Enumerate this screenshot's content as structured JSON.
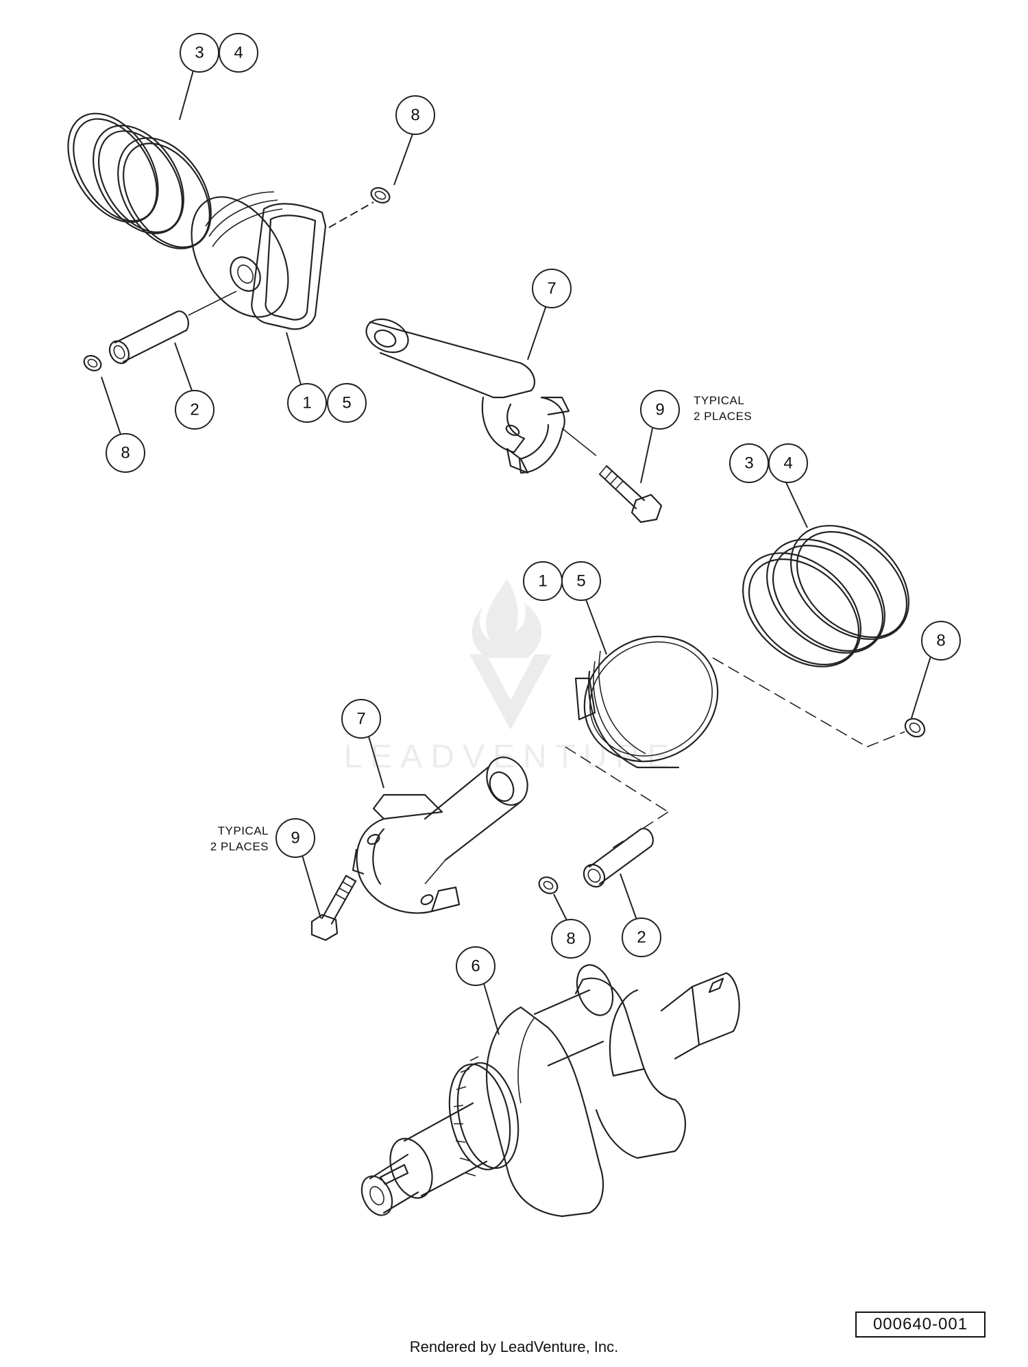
{
  "callouts": [
    {
      "id": "c1",
      "label": "3"
    },
    {
      "id": "c2",
      "label": "4"
    },
    {
      "id": "c3",
      "label": "8"
    },
    {
      "id": "c4",
      "label": "7"
    },
    {
      "id": "c5",
      "label": "1"
    },
    {
      "id": "c6",
      "label": "5"
    },
    {
      "id": "c7",
      "label": "2"
    },
    {
      "id": "c8",
      "label": "8"
    },
    {
      "id": "c9",
      "label": "9"
    },
    {
      "id": "c10",
      "label": "3"
    },
    {
      "id": "c11",
      "label": "4"
    },
    {
      "id": "c12",
      "label": "1"
    },
    {
      "id": "c13",
      "label": "5"
    },
    {
      "id": "c14",
      "label": "8"
    },
    {
      "id": "c15",
      "label": "7"
    },
    {
      "id": "c16",
      "label": "9"
    },
    {
      "id": "c17",
      "label": "8"
    },
    {
      "id": "c18",
      "label": "2"
    },
    {
      "id": "c19",
      "label": "6"
    }
  ],
  "notes": {
    "typical_top_line1": "TYPICAL",
    "typical_top_line2": "2 PLACES",
    "typical_left_line1": "TYPICAL",
    "typical_left_line2": "2 PLACES"
  },
  "drawing_id": "000640-001",
  "credit": "Rendered by LeadVenture, Inc.",
  "watermark": "LEADVENTURE"
}
